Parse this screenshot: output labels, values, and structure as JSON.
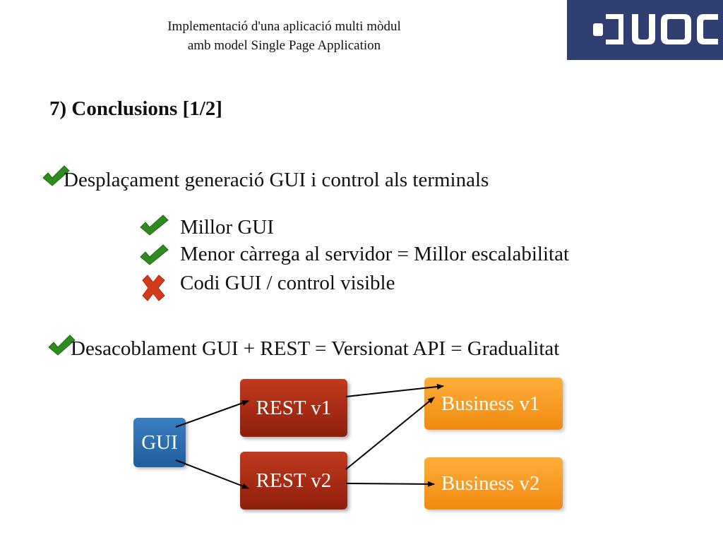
{
  "header": {
    "line1": "Implementació d'una aplicació multi mòdul",
    "line2": "amb model Single Page Application",
    "logo_text": "UOC"
  },
  "section_title": "7) Conclusions [1/2]",
  "points": [
    {
      "text": "Desplaçament generació GUI i control als terminals",
      "status": "check",
      "subpoints": [
        {
          "text": "Millor GUI",
          "status": "check"
        },
        {
          "text": "Menor càrrega al servidor = Millor escalabilitat",
          "status": "check"
        },
        {
          "text": "Codi GUI / control visible",
          "status": "cross"
        }
      ]
    },
    {
      "text": "Desacoblament GUI + REST = Versionat API = Gradualitat",
      "status": "check"
    }
  ],
  "diagram": {
    "gui": "GUI",
    "rest_v1": "REST v1",
    "rest_v2": "REST v2",
    "business_v1": "Business v1",
    "business_v2": "Business v2"
  },
  "colors": {
    "check": "#2e8b1e",
    "cross": "#d23a1a",
    "logo_bg": "#2f3f72",
    "gui_box": "#1f5e9f",
    "rest_box": "#a4260f",
    "business_box": "#f39a1c"
  }
}
